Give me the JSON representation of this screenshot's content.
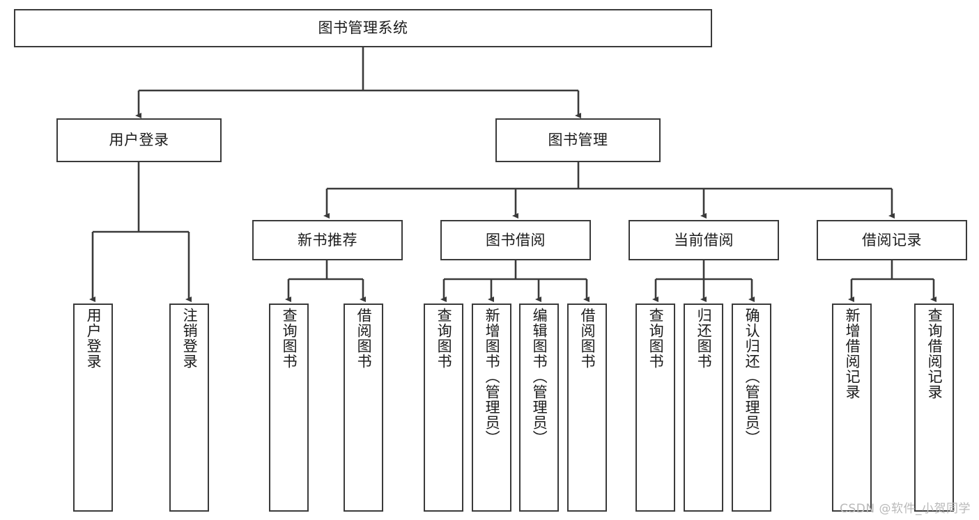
{
  "diagram": {
    "title_box": {
      "label": "图书管理系统"
    },
    "level1": [
      {
        "id": "user-login",
        "label": "用户登录"
      },
      {
        "id": "book-management",
        "label": "图书管理"
      }
    ],
    "level2": [
      {
        "id": "new-book-recommend",
        "label": "新书推荐"
      },
      {
        "id": "book-borrow",
        "label": "图书借阅"
      },
      {
        "id": "current-borrow",
        "label": "当前借阅"
      },
      {
        "id": "borrow-record",
        "label": "借阅记录"
      }
    ],
    "leaves": {
      "user_login": [
        {
          "id": "leaf-user-login",
          "label": "用户登录"
        },
        {
          "id": "leaf-logout-login",
          "label": "注销登录"
        }
      ],
      "new_book_recommend": [
        {
          "id": "leaf-query-book-1",
          "label": "查询图书"
        },
        {
          "id": "leaf-borrow-book-1",
          "label": "借阅图书"
        }
      ],
      "book_borrow": [
        {
          "id": "leaf-query-book-2",
          "label": "查询图书"
        },
        {
          "id": "leaf-add-book",
          "label": "新增图书（管理员）"
        },
        {
          "id": "leaf-edit-book",
          "label": "编辑图书（管理员）"
        },
        {
          "id": "leaf-borrow-book-2",
          "label": "借阅图书"
        }
      ],
      "current_borrow": [
        {
          "id": "leaf-query-book-3",
          "label": "查询图书"
        },
        {
          "id": "leaf-return-book",
          "label": "归还图书"
        },
        {
          "id": "leaf-confirm-return",
          "label": "确认归还（管理员）"
        }
      ],
      "borrow_record": [
        {
          "id": "leaf-add-borrow-record",
          "label": "新增借阅记录"
        },
        {
          "id": "leaf-query-borrow-record",
          "label": "查询借阅记录"
        }
      ]
    }
  },
  "watermark": {
    "text": "CSDN @软件_小贺同学"
  },
  "colors": {
    "stroke": "#3a3a3a",
    "fill": "#ffffff",
    "text": "#1b1b1b",
    "watermark": "#b9b9b9"
  }
}
